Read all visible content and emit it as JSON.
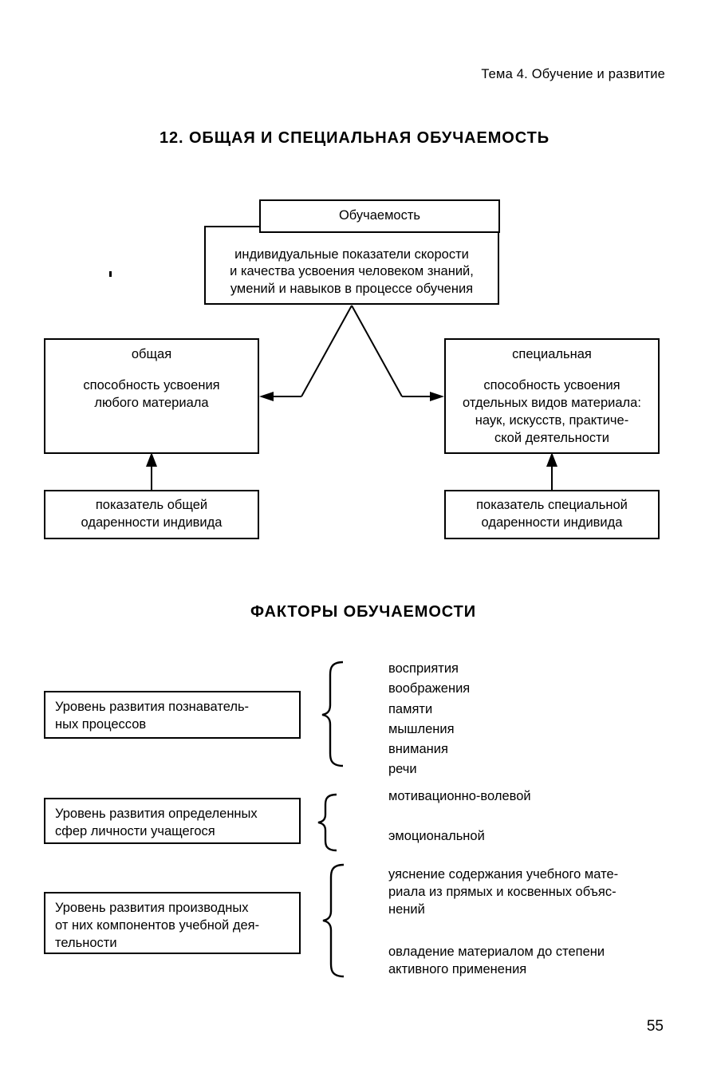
{
  "page": {
    "running_head": "Тема 4. Обучение и развитие",
    "page_number": "55"
  },
  "section_1": {
    "title": "12. ОБЩАЯ И СПЕЦИАЛЬНАЯ ОБУЧАЕМОСТЬ",
    "root": {
      "label": "Обучаемость",
      "definition_line_1": "индивидуальные показатели скорости",
      "definition_line_2": "и качества усвоения человеком знаний,",
      "definition_line_3": "умений и навыков в процессе обучения"
    },
    "branch_left": {
      "label": "общая",
      "body_line_1": "способность усвоения",
      "body_line_2": "любого материала",
      "indicator_line_1": "показатель общей",
      "indicator_line_2": "одаренности индивида"
    },
    "branch_right": {
      "label": "специальная",
      "body_line_1": "способность усвоения",
      "body_line_2": "отдельных видов материала:",
      "body_line_3": "наук, искусств, практиче-",
      "body_line_4": "ской деятельности",
      "indicator_line_1": "показатель специальной",
      "indicator_line_2": "одаренности индивида"
    }
  },
  "section_2": {
    "title": "ФАКТОРЫ ОБУЧАЕМОСТИ",
    "factors": [
      {
        "label_line_1": "Уровень развития познаватель-",
        "label_line_2": "ных процессов",
        "items": [
          "восприятия",
          "воображения",
          "памяти",
          "мышления",
          "внимания",
          "речи"
        ]
      },
      {
        "label_line_1": "Уровень развития определенных",
        "label_line_2": "сфер личности учащегося",
        "items": [
          "мотивационно-волевой",
          "эмоциональной"
        ]
      },
      {
        "label_line_1": "Уровень развития производных",
        "label_line_2": "от них компонентов учебной дея-",
        "label_line_3": "тельности",
        "items": [
          "уяснение содержания учебного мате-риала из прямых и косвенных объяс-нений",
          "овладение материалом до степени активного применения"
        ],
        "item_lines": [
          [
            "уяснение содержания учебного мате-",
            "риала из прямых и косвенных объяс-",
            "нений"
          ],
          [
            "овладение материалом до степени",
            "активного применения"
          ]
        ]
      }
    ]
  },
  "colors": {
    "ink": "#000000",
    "paper": "#ffffff"
  }
}
